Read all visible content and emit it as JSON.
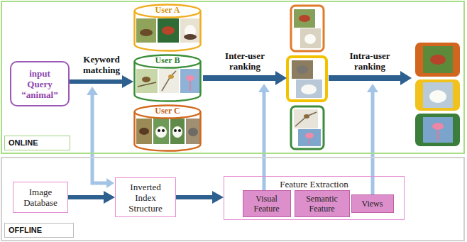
{
  "diagram": {
    "nodes": [
      {
        "text": [
          "ONLINE"
        ]
      },
      {
        "text": [
          "input Query “animal”"
        ],
        "in": 0
      },
      {
        "text": [
          "User A"
        ],
        "in": 0
      },
      {
        "text": [
          "User B"
        ],
        "in": 0
      },
      {
        "text": [
          "User C"
        ],
        "in": 0
      },
      {
        "text": [
          "OFFLINE"
        ]
      },
      {
        "text": [
          "Image Database"
        ],
        "in": 5
      },
      {
        "text": [
          "Inverted Index Structure"
        ],
        "in": 5
      },
      {
        "text": [
          "Feature Extraction"
        ],
        "in": 5
      },
      {
        "text": [
          "Visual Feature"
        ],
        "in": 8
      },
      {
        "text": [
          "Semantic Feature"
        ],
        "in": 8
      },
      {
        "text": [
          "Views"
        ],
        "in": 8
      }
    ],
    "edges": [
      {
        "from": 1,
        "to": 3,
        "arrow": "to",
        "label": "Keyword matching"
      },
      {
        "from": 6,
        "to": 7,
        "arrow": "to"
      },
      {
        "from": 7,
        "to": 8,
        "arrow": "to"
      }
    ],
    "labels": [
      "Inter-user ranking",
      "Intra-user ranking"
    ]
  }
}
